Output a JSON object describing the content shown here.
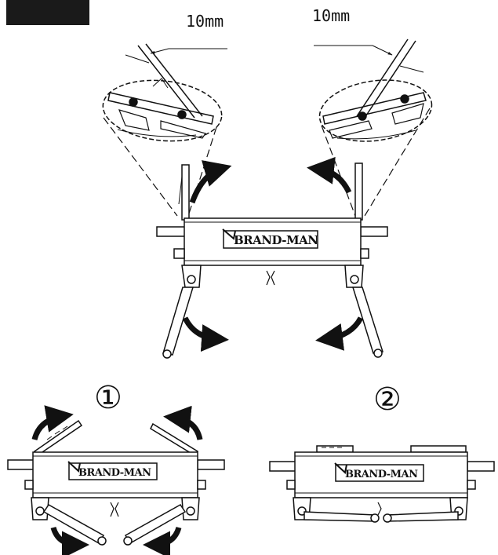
{
  "labels": {
    "dim_left": "10mm",
    "dim_right": "10mm",
    "step_1": "①",
    "step_2": "②",
    "brand_main": "BRAND-MAN",
    "brand_step1": "BRAND-MAN",
    "brand_step2": "BRAND-MAN"
  },
  "colors": {
    "ink": "#111111",
    "paper": "#ffffff",
    "header_block": "#1a1a1a"
  },
  "icons": {
    "rotate_arrow": "curved-arrow-icon",
    "detail_zoom": "magnifier-ellipse"
  }
}
